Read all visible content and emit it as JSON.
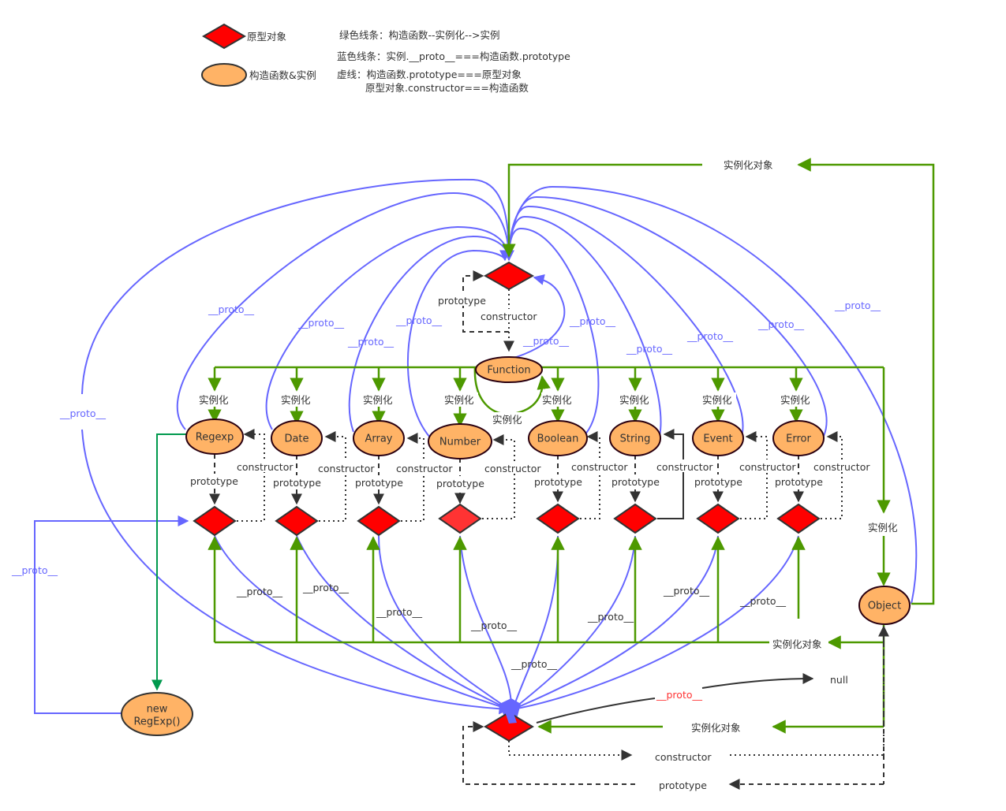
{
  "legend": {
    "prototype_object": "原型对象",
    "constructor_instance": "构造函数&实例",
    "green_line": "绿色线条：构造函数--实例化-->实例",
    "blue_line": "蓝色线条：实例.__proto__===构造函数.prototype",
    "dashed_line_1": "虚线：构造函数.prototype===原型对象",
    "dashed_line_2": "原型对象.constructor===构造函数"
  },
  "colors": {
    "prototype_fill": "#ff0000",
    "node_fill": "#ffb366",
    "green": "#4d9900",
    "teal": "#00994d",
    "blue": "#6666ff",
    "dark": "#333333"
  },
  "labels": {
    "proto": "__proto__",
    "prototype": "prototype",
    "constructor": "constructor",
    "instantiate": "实例化",
    "instantiate_object": "实例化对象",
    "null": "null"
  },
  "nodes": {
    "function": "Function",
    "object": "Object",
    "new_regexp_line1": "new",
    "new_regexp_line2": "RegExp()",
    "constructors": [
      "Regexp",
      "Date",
      "Array",
      "Number",
      "Boolean",
      "String",
      "Event",
      "Error"
    ]
  }
}
